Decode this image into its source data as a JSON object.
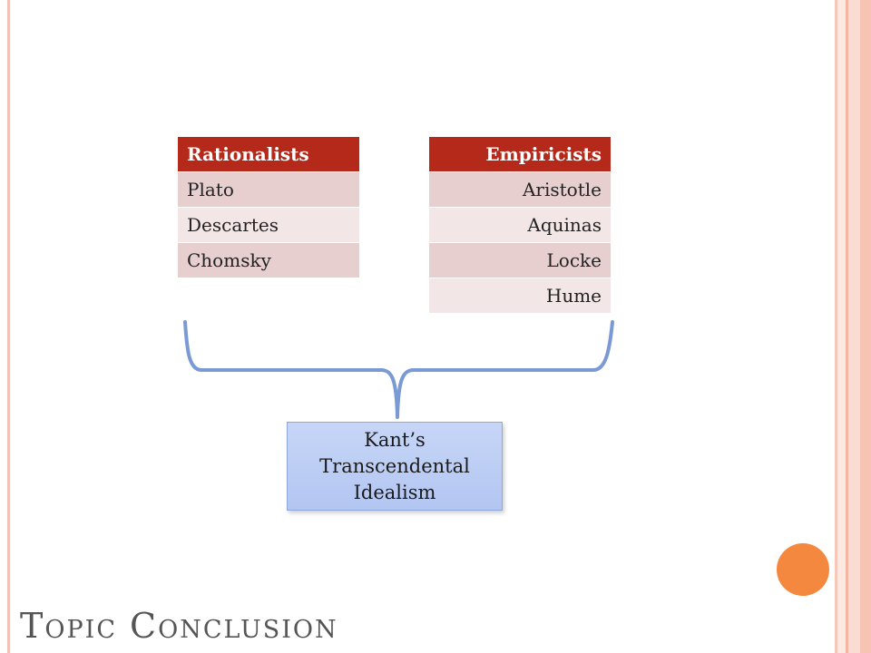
{
  "slide": {
    "title": "Topic Conclusion"
  },
  "rationalists": {
    "header": "Rationalists",
    "items": [
      "Plato",
      "Descartes",
      "Chomsky"
    ]
  },
  "empiricists": {
    "header": "Empiricists",
    "items": [
      "Aristotle",
      "Aquinas",
      "Locke",
      "Hume"
    ]
  },
  "conclusion": {
    "lines": [
      "Kant’s",
      "Transcendental",
      "Idealism"
    ]
  },
  "colors": {
    "header_bg": "#b5291a",
    "row_odd": "#e8cfcf",
    "row_even": "#f3e6e6",
    "brace": "#7a9ad6",
    "box_fill": "#c7d6f7",
    "accent_circle": "#f5883f"
  }
}
